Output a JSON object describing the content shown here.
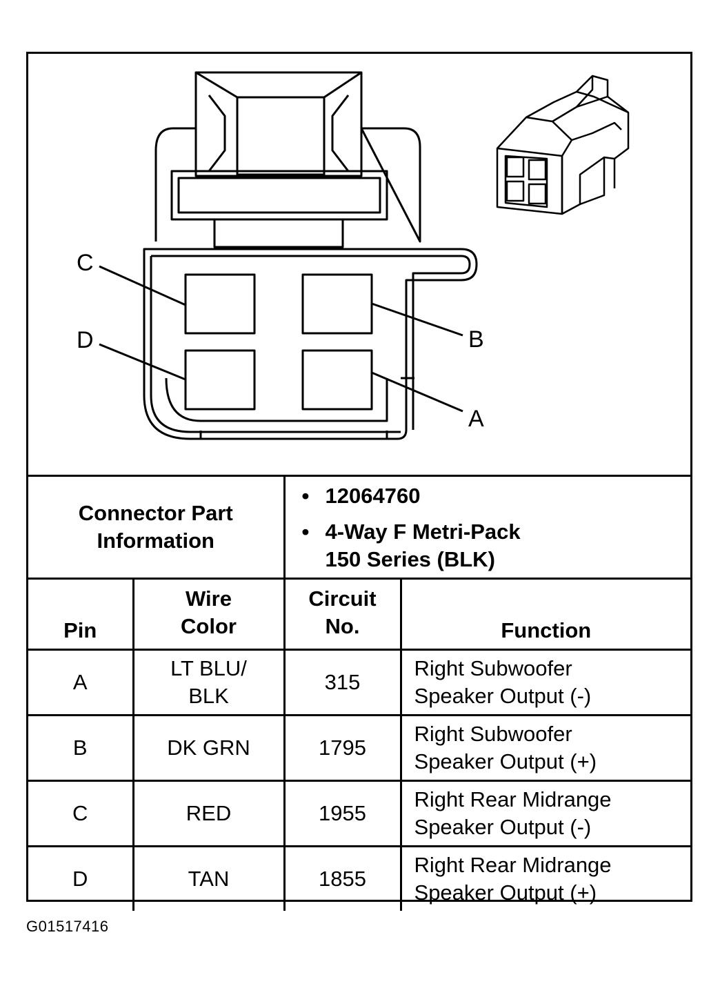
{
  "connector_diagram": {
    "pin_labels": {
      "a": "A",
      "b": "B",
      "c": "C",
      "d": "D"
    }
  },
  "part_info": {
    "label_line1": "Connector Part",
    "label_line2": "Information",
    "bullet_symbol": "•",
    "part_number": "12064760",
    "description_line1": "4-Way F Metri-Pack",
    "description_line2": "150 Series (BLK)"
  },
  "pin_table": {
    "headers": {
      "pin": "Pin",
      "wire_color_line1": "Wire",
      "wire_color_line2": "Color",
      "circuit_line1": "Circuit",
      "circuit_line2": "No.",
      "function": "Function"
    },
    "rows": [
      {
        "pin": "A",
        "wire_line1": "LT BLU/",
        "wire_line2": "BLK",
        "circuit": "315",
        "function_line1": "Right Subwoofer",
        "function_line2": "Speaker Output (-)"
      },
      {
        "pin": "B",
        "wire_line1": "DK GRN",
        "wire_line2": "",
        "circuit": "1795",
        "function_line1": "Right Subwoofer",
        "function_line2": "Speaker Output (+)"
      },
      {
        "pin": "C",
        "wire_line1": "RED",
        "wire_line2": "",
        "circuit": "1955",
        "function_line1": "Right Rear Midrange",
        "function_line2": "Speaker Output (-)"
      },
      {
        "pin": "D",
        "wire_line1": "TAN",
        "wire_line2": "",
        "circuit": "1855",
        "function_line1": "Right Rear Midrange",
        "function_line2": "Speaker Output (+)"
      }
    ]
  },
  "figure_code": "G01517416"
}
